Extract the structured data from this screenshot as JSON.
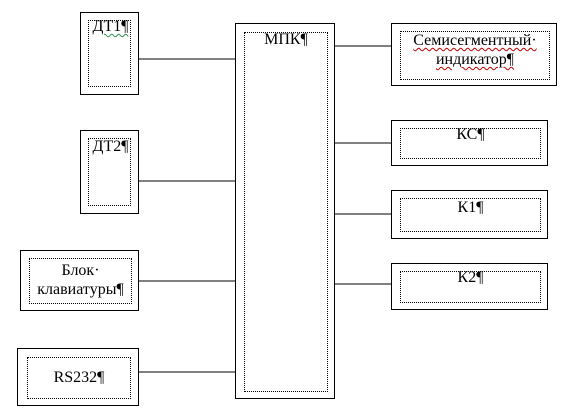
{
  "blocks": {
    "dt1": "ДТ1¶",
    "dt2": "ДТ2¶",
    "keyboard_line1": "Блок·",
    "keyboard_line2": "клавиатуры¶",
    "rs232": "RS232¶",
    "mpk": "МПК¶",
    "indicator_line1": "Семисегментный·",
    "indicator_line2": "индикатор¶",
    "ks": "КС¶",
    "k1": "К1¶",
    "k2": "К2¶"
  }
}
